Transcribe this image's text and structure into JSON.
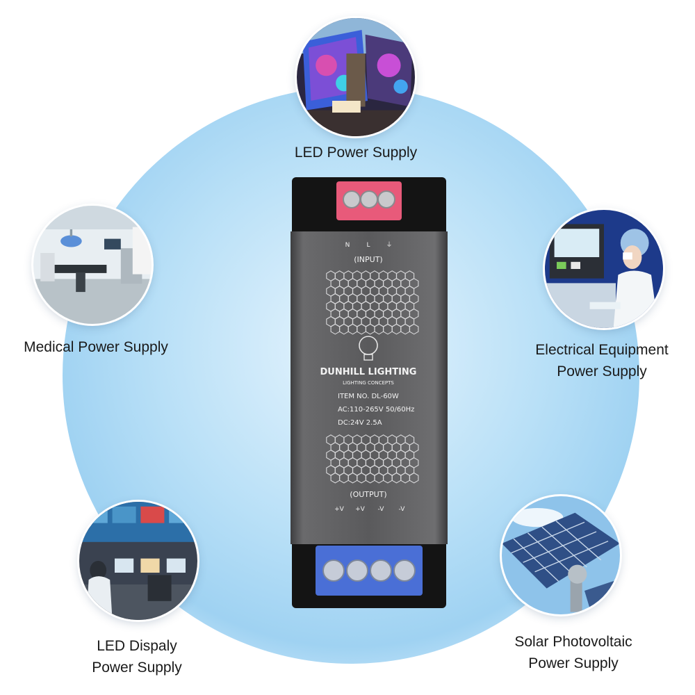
{
  "applications": [
    {
      "id": "led",
      "lines": [
        "LED Power Supply"
      ],
      "icon": "led-screen-building-photo"
    },
    {
      "id": "medical",
      "lines": [
        "Medical Power Supply"
      ],
      "icon": "operating-room-photo"
    },
    {
      "id": "electrical",
      "lines": [
        "Electrical Equipment",
        "Power Supply"
      ],
      "icon": "control-panel-operator-photo"
    },
    {
      "id": "display",
      "lines": [
        "LED Dispaly",
        "Power Supply"
      ],
      "icon": "control-room-monitors-photo"
    },
    {
      "id": "solar",
      "lines": [
        "Solar Photovoltaic",
        "Power Supply"
      ],
      "icon": "solar-panel-photo"
    }
  ],
  "device": {
    "input_terminals": [
      "N",
      "L",
      "⏚"
    ],
    "input_label": "(INPUT)",
    "brand": "DUNHILL LIGHTING",
    "tagline": "LIGHTING CONCEPTS",
    "item_no": "ITEM NO. DL-60W",
    "ac_spec": "AC:110-265V 50/60Hz",
    "dc_spec": "DC:24V 2.5A",
    "output_label": "(OUTPUT)",
    "output_terminals": [
      "+V",
      "+V",
      "-V",
      "-V"
    ]
  },
  "colors": {
    "backdrop": "#b9e0f7",
    "device_body": "#5c5c5e",
    "input_block": "#e85a7a",
    "output_block": "#4a6fd6"
  }
}
